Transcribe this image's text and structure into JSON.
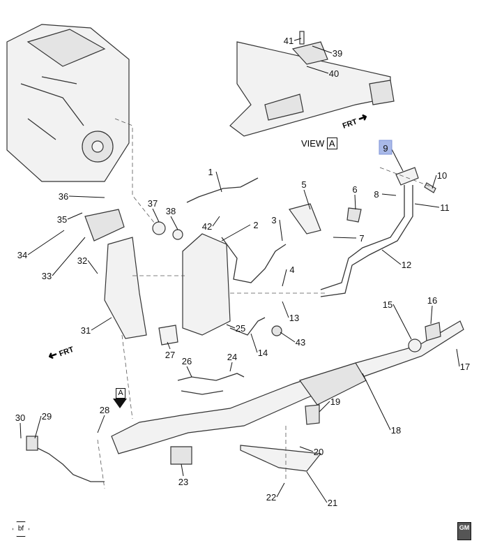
{
  "diagram": {
    "callouts": [
      "1",
      "2",
      "3",
      "4",
      "5",
      "6",
      "7",
      "8",
      "9",
      "10",
      "11",
      "12",
      "13",
      "14",
      "15",
      "16",
      "17",
      "18",
      "19",
      "20",
      "21",
      "22",
      "23",
      "24",
      "25",
      "26",
      "27",
      "28",
      "29",
      "30",
      "31",
      "32",
      "33",
      "34",
      "35",
      "36",
      "37",
      "38",
      "39",
      "40",
      "41",
      "42",
      "43"
    ],
    "highlighted_callout": "9",
    "highlight_color": "#a9b9e8",
    "view_label": "VIEW",
    "view_letter": "A",
    "frt_label": "FRT",
    "section_marker": "A",
    "corner_symbol": "bf",
    "logo_text": "GM"
  }
}
